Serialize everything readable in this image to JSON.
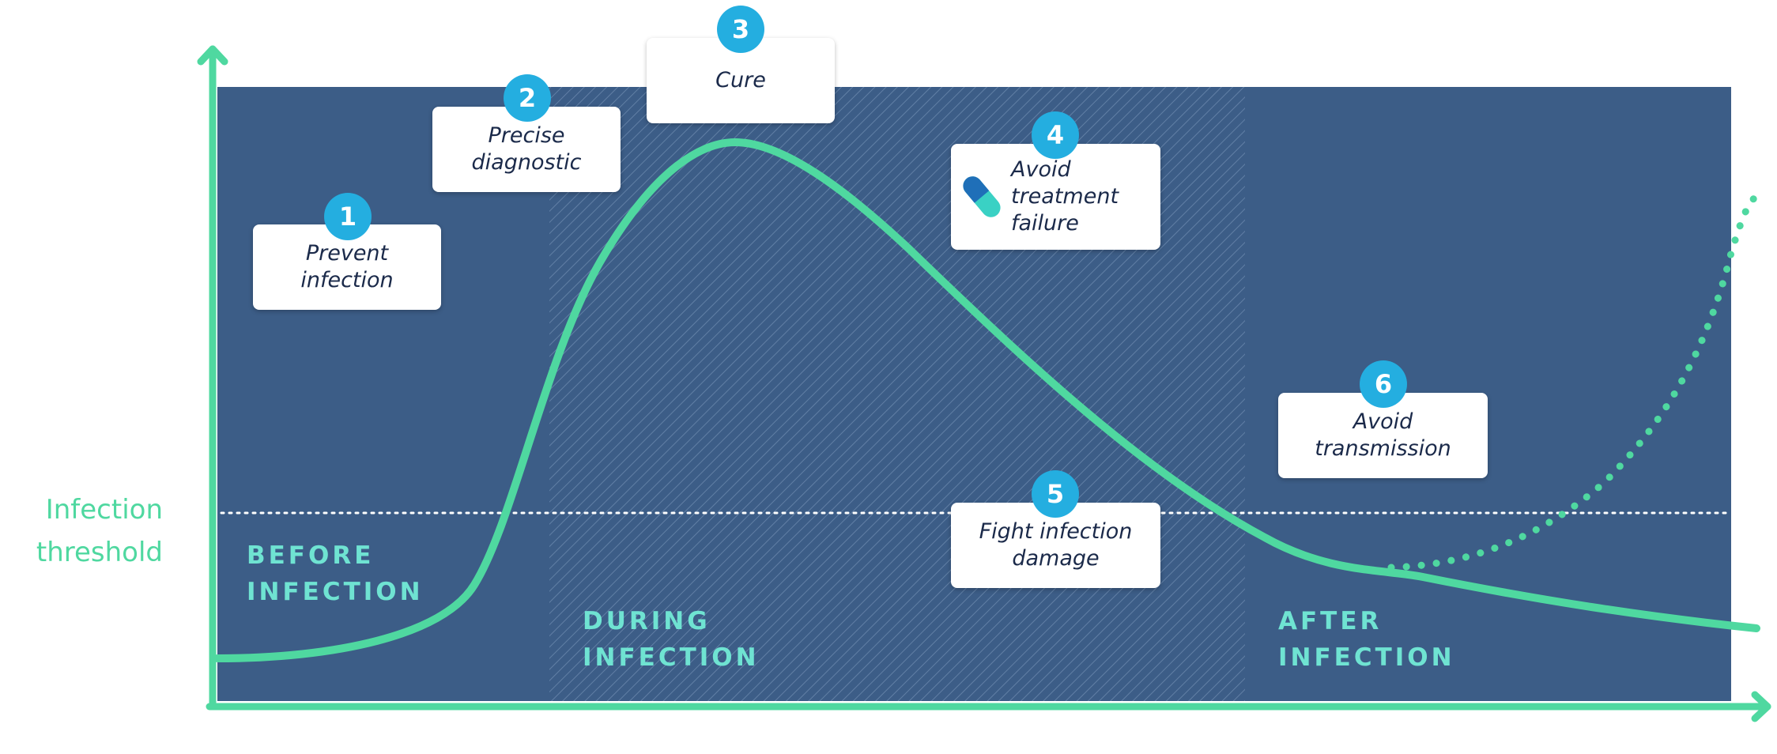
{
  "colors": {
    "panel": "#3c5d87",
    "curve": "#4fd8a0",
    "axis": "#4fd8a0",
    "badge": "#24aee0",
    "card": "#ffffff",
    "phase_text": "#6fe3d2"
  },
  "threshold_label": "Infection\nthreshold",
  "phases": [
    {
      "line1": "BEFORE",
      "line2": "INFECTION"
    },
    {
      "line1": "DURING",
      "line2": "INFECTION"
    },
    {
      "line1": "AFTER",
      "line2": "INFECTION"
    }
  ],
  "steps": [
    {
      "number": "1",
      "label": "Prevent\ninfection"
    },
    {
      "number": "2",
      "label": "Precise\ndiagnostic"
    },
    {
      "number": "3",
      "label": "Cure"
    },
    {
      "number": "4",
      "label": "Avoid\ntreatment\nfailure",
      "icon": "pill-icon"
    },
    {
      "number": "5",
      "label": "Fight infection\ndamage"
    },
    {
      "number": "6",
      "label": "Avoid\ntransmission"
    }
  ]
}
